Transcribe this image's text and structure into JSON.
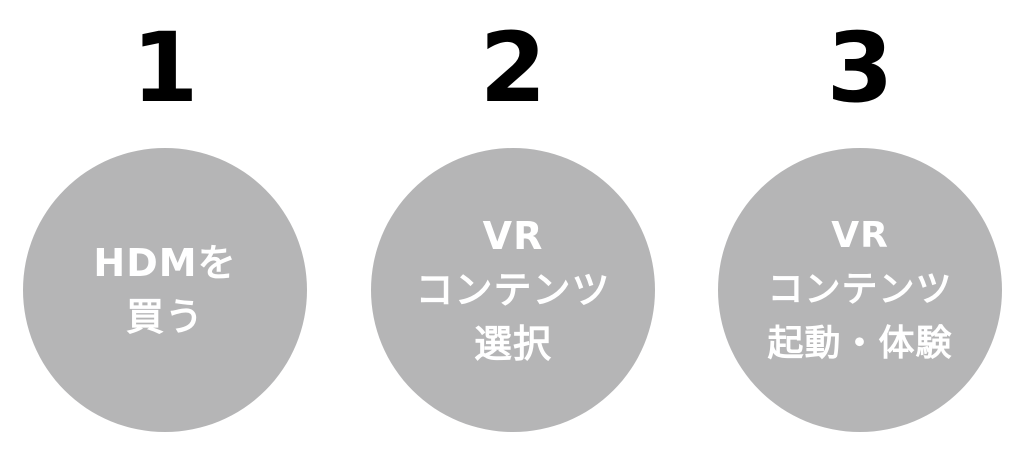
{
  "steps": [
    {
      "number": "1",
      "lines": [
        "HDMを",
        "買う"
      ]
    },
    {
      "number": "2",
      "lines": [
        "VR",
        "コンテンツ",
        "選択"
      ]
    },
    {
      "number": "3",
      "lines": [
        "VR",
        "コンテンツ",
        "起動・体験"
      ]
    }
  ],
  "colors": {
    "circle": "#b5b5b6",
    "circle_text": "#ffffff",
    "number": "#000000",
    "background": "#ffffff"
  }
}
